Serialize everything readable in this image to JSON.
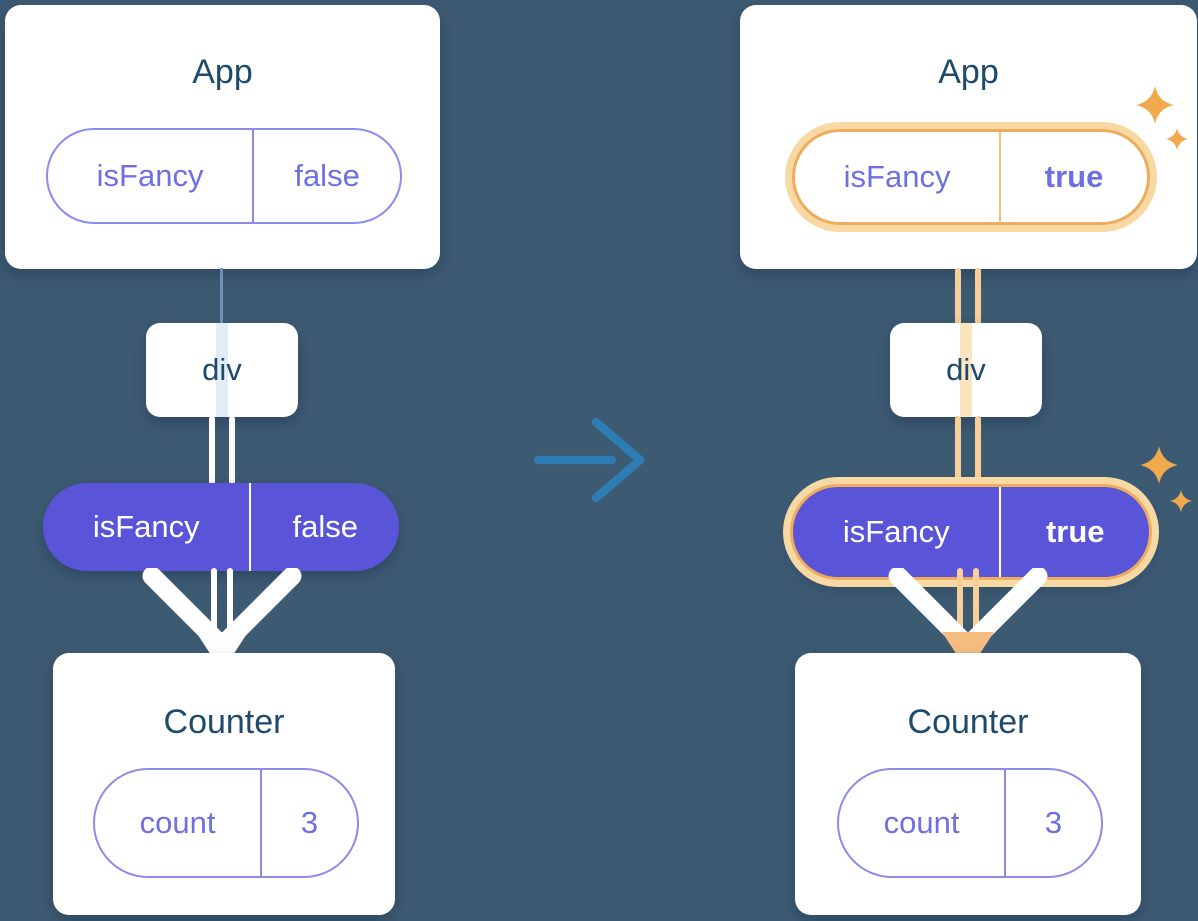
{
  "left_tree": {
    "app": {
      "title": "App",
      "state": {
        "key": "isFancy",
        "value": "false"
      }
    },
    "div": {
      "label": "div"
    },
    "props": {
      "key": "isFancy",
      "value": "false"
    },
    "counter": {
      "title": "Counter",
      "state": {
        "key": "count",
        "value": "3"
      }
    }
  },
  "right_tree": {
    "app": {
      "title": "App",
      "state": {
        "key": "isFancy",
        "value": "true"
      }
    },
    "div": {
      "label": "div"
    },
    "props": {
      "key": "isFancy",
      "value": "true"
    },
    "counter": {
      "title": "Counter",
      "state": {
        "key": "count",
        "value": "3"
      }
    }
  },
  "colors": {
    "background": "#3d5a73",
    "card": "#ffffff",
    "heading_text": "#1e4a6b",
    "purple_text": "#6d70e2",
    "purple_border": "#8a8ce8",
    "purple_fill": "#5a55d8",
    "highlight_orange": "#efac5d",
    "highlight_glow": "#f8d9a4",
    "orange_line": "#f8cf98",
    "sparkle": "#f2a94d",
    "transition_arrow": "#2d7cb3",
    "white_line": "#ffffff"
  }
}
